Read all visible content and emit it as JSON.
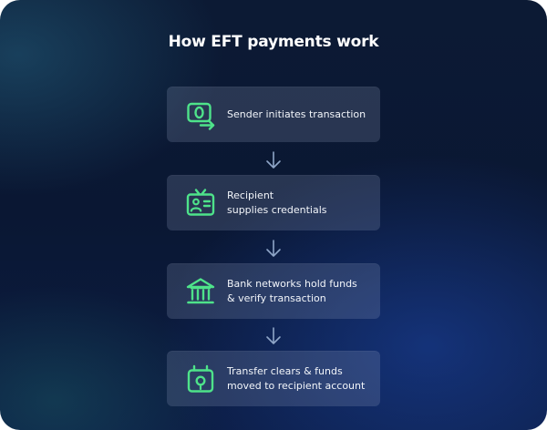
{
  "title": "How EFT payments work",
  "accent_color": "#4ee38a",
  "steps": [
    {
      "label": "Sender initiates transaction",
      "icon": "money-transfer-icon"
    },
    {
      "label": "Recipient\nsupplies credentials",
      "icon": "id-badge-icon"
    },
    {
      "label": "Bank networks hold funds\n& verify transaction",
      "icon": "bank-icon"
    },
    {
      "label": "Transfer clears & funds\nmoved to recipient account",
      "icon": "wallet-icon"
    }
  ]
}
